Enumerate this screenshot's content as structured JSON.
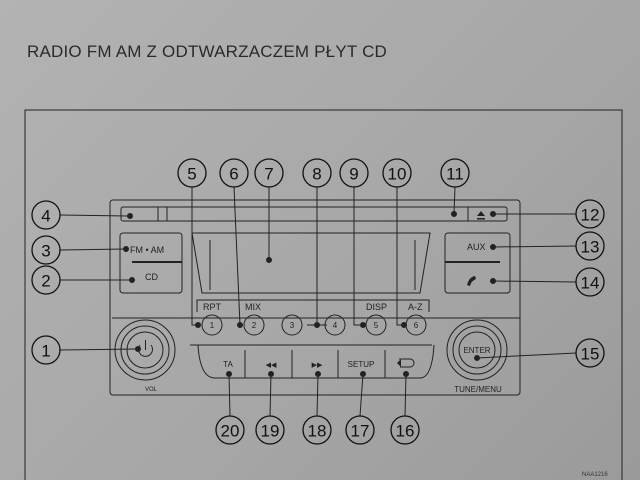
{
  "page_title": "RADIO FM AM Z ODTWARZACZEM PŁYT CD",
  "figure_code": "NAA1216",
  "buttons": {
    "fm_am": "FM • AM",
    "cd": "CD",
    "aux": "AUX",
    "rpt": "RPT",
    "mix": "MIX",
    "disp": "DISP",
    "az": "A-Z",
    "preset1": "1",
    "preset2": "2",
    "preset3": "3",
    "preset4": "4",
    "preset5": "5",
    "preset6": "6",
    "ta": "TA",
    "prev": "◀◀",
    "next": "▶▶",
    "setup": "SETUP",
    "enter": "ENTER",
    "vol": "VOL",
    "tune_menu": "TUNE/MENU"
  },
  "callouts": [
    "1",
    "2",
    "3",
    "4",
    "5",
    "6",
    "7",
    "8",
    "9",
    "10",
    "11",
    "12",
    "13",
    "14",
    "15",
    "16",
    "17",
    "18",
    "19",
    "20"
  ]
}
